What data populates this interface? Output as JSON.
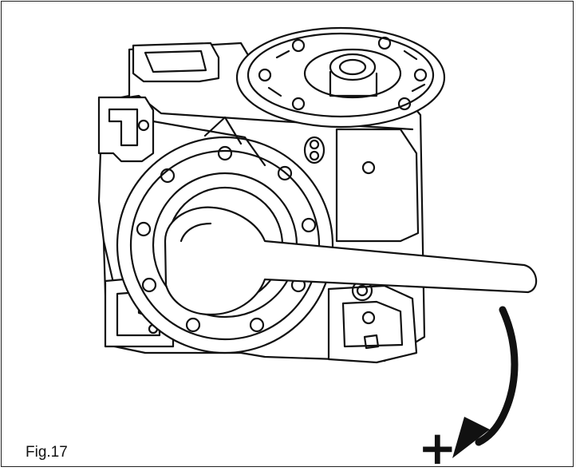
{
  "figure": {
    "label": "Fig.17",
    "direction_symbol": "+"
  },
  "colors": {
    "line": "#111111",
    "background": "#ffffff",
    "shade": "#d8d8d8"
  },
  "icons": [
    "gear-housing-drawing",
    "wrench-drawing",
    "rotation-arrow-icon"
  ]
}
